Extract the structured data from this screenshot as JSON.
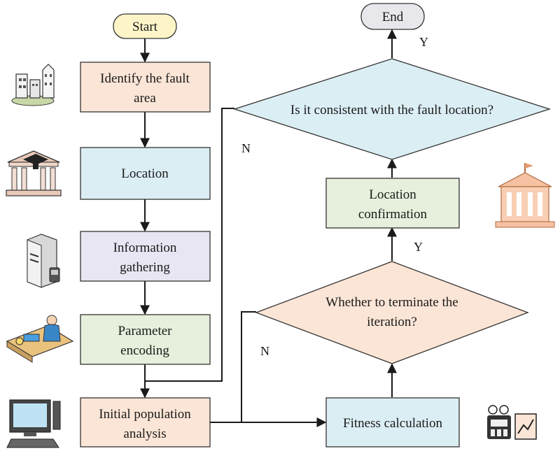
{
  "nodes": {
    "start": {
      "label": "Start"
    },
    "identify": {
      "line1": "Identify the fault",
      "line2": "area"
    },
    "location": {
      "label": "Location"
    },
    "gathering": {
      "line1": "Information",
      "line2": "gathering"
    },
    "encoding": {
      "line1": "Parameter",
      "line2": "encoding"
    },
    "initial": {
      "line1": "Initial population",
      "line2": "analysis"
    },
    "fitness": {
      "label": "Fitness calculation"
    },
    "terminate": {
      "line1": "Whether to terminate the",
      "line2": "iteration?"
    },
    "confirmation": {
      "line1": "Location",
      "line2": "confirmation"
    },
    "consistent": {
      "label": "Is it consistent with the fault location?"
    },
    "end": {
      "label": "End"
    }
  },
  "edge_labels": {
    "terminate_no": "N",
    "terminate_yes": "Y",
    "consistent_no": "N",
    "consistent_yes": "Y"
  },
  "icons": [
    "city-buildings-icon",
    "graduation-building-icon",
    "server-computer-icon",
    "worker-at-desk-icon",
    "desktop-computer-icon",
    "government-building-icon",
    "analytics-chart-icon"
  ],
  "colors": {
    "start_end_fill": "#fdf5c8",
    "end_fill": "#e8e8ec",
    "peach": "#fbe5d6",
    "blue": "#dbeef4",
    "lavender": "#e8e6f3",
    "green": "#e6f0dc",
    "stroke": "#1a1a1a"
  }
}
